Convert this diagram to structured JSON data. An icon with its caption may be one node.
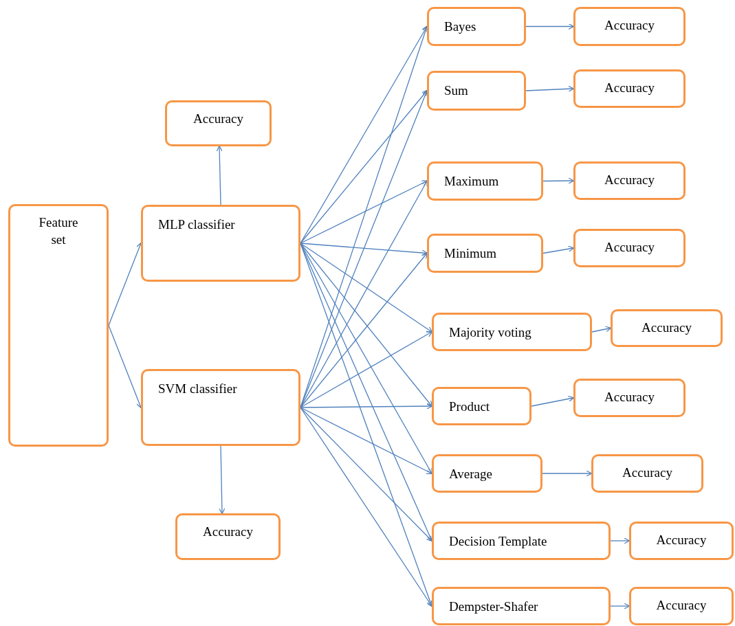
{
  "diagram": {
    "nodes": [
      {
        "text": [
          "Feature set"
        ]
      },
      {
        "text": [
          "Accuracy"
        ]
      },
      {
        "text": [
          "MLP classifier"
        ]
      },
      {
        "text": [
          "SVM classifier"
        ]
      },
      {
        "text": [
          "Accuracy"
        ]
      },
      {
        "text": [
          "Bayes"
        ]
      },
      {
        "text": [
          "Accuracy"
        ]
      },
      {
        "text": [
          "Sum"
        ]
      },
      {
        "text": [
          "Accuracy"
        ]
      },
      {
        "text": [
          "Maximum"
        ]
      },
      {
        "text": [
          "Accuracy"
        ]
      },
      {
        "text": [
          "Minimum"
        ]
      },
      {
        "text": [
          "Accuracy"
        ]
      },
      {
        "text": [
          "Majority voting"
        ]
      },
      {
        "text": [
          "Accuracy"
        ]
      },
      {
        "text": [
          "Product"
        ]
      },
      {
        "text": [
          "Accuracy"
        ]
      },
      {
        "text": [
          "Average"
        ]
      },
      {
        "text": [
          "Accuracy"
        ]
      },
      {
        "text": [
          "Decision Template"
        ]
      },
      {
        "text": [
          "Accuracy"
        ]
      },
      {
        "text": [
          "Dempster-Shafer"
        ]
      },
      {
        "text": [
          "Accuracy"
        ]
      }
    ],
    "edges": [
      {
        "from": 0,
        "to": 2,
        "arrow": "to"
      },
      {
        "from": 0,
        "to": 3,
        "arrow": "to"
      },
      {
        "from": 2,
        "to": 1,
        "arrow": "to"
      },
      {
        "from": 3,
        "to": 4,
        "arrow": "to"
      },
      {
        "from": 2,
        "to": 5,
        "arrow": "to"
      },
      {
        "from": 2,
        "to": 7,
        "arrow": "to"
      },
      {
        "from": 2,
        "to": 9,
        "arrow": "to"
      },
      {
        "from": 2,
        "to": 11,
        "arrow": "to"
      },
      {
        "from": 2,
        "to": 13,
        "arrow": "to"
      },
      {
        "from": 2,
        "to": 15,
        "arrow": "to"
      },
      {
        "from": 2,
        "to": 17,
        "arrow": "to"
      },
      {
        "from": 2,
        "to": 19,
        "arrow": "to"
      },
      {
        "from": 2,
        "to": 21,
        "arrow": "to"
      },
      {
        "from": 3,
        "to": 5,
        "arrow": "to"
      },
      {
        "from": 3,
        "to": 7,
        "arrow": "to"
      },
      {
        "from": 3,
        "to": 9,
        "arrow": "to"
      },
      {
        "from": 3,
        "to": 11,
        "arrow": "to"
      },
      {
        "from": 3,
        "to": 13,
        "arrow": "to"
      },
      {
        "from": 3,
        "to": 15,
        "arrow": "to"
      },
      {
        "from": 3,
        "to": 17,
        "arrow": "to"
      },
      {
        "from": 3,
        "to": 19,
        "arrow": "to"
      },
      {
        "from": 3,
        "to": 21,
        "arrow": "to"
      },
      {
        "from": 5,
        "to": 6,
        "arrow": "to"
      },
      {
        "from": 7,
        "to": 8,
        "arrow": "to"
      },
      {
        "from": 9,
        "to": 10,
        "arrow": "to"
      },
      {
        "from": 11,
        "to": 12,
        "arrow": "to"
      },
      {
        "from": 13,
        "to": 14,
        "arrow": "to"
      },
      {
        "from": 15,
        "to": 16,
        "arrow": "to"
      },
      {
        "from": 17,
        "to": 18,
        "arrow": "to"
      },
      {
        "from": 19,
        "to": 20,
        "arrow": "to"
      },
      {
        "from": 21,
        "to": 22,
        "arrow": "to"
      }
    ]
  }
}
